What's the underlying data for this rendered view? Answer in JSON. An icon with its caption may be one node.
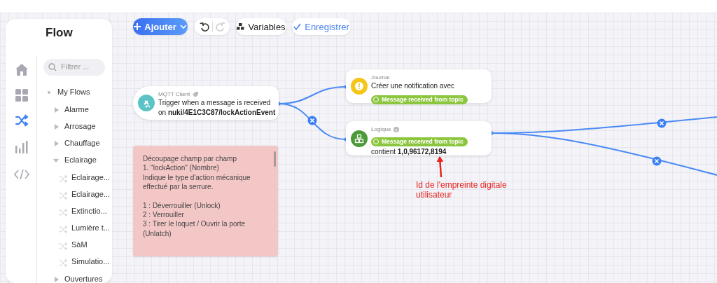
{
  "diagram": {
    "nodes": [
      {
        "text": [
          "MQTT Client",
          "Trigger when a message is received on **nuki/4E1C3C87/lockActionEvent**"
        ]
      },
      {
        "text": [
          "Journal",
          "Créer une notification avec",
          "Message received from topic"
        ]
      },
      {
        "text": [
          "Logique",
          "Message received from topic",
          "contient **1,0,96172,8194**"
        ]
      },
      {
        "text": [
          "Découpage champ par champ",
          "1. \"lockAction\" (Nombre)",
          "Indique le type d'action mécanique effectué par la serrure.",
          "1 : Déverrouiller (Unlock)",
          "2 : Verrouiller",
          "3 : Tirer le loquet / Ouvrir la porte (Unlatch)"
        ]
      },
      {
        "text": [
          "Id de l'empreinte digitale utilisateur"
        ]
      }
    ],
    "edges": [
      {
        "from": 0,
        "to": 1,
        "arrow": "other"
      },
      {
        "from": 0,
        "to": 2,
        "arrow": "other"
      },
      {
        "from": 2,
        "to": null,
        "arrow": "other"
      },
      {
        "from": 2,
        "to": null,
        "arrow": "other"
      },
      {
        "from": 4,
        "to": 2,
        "arrow": "to",
        "color": "#e8231f"
      }
    ],
    "labels": [
      "Flow",
      "Ajouter",
      "Variables",
      "Enregistrer",
      "Filtrer ...",
      "My Flows",
      "Alarme",
      "Arrosage",
      "Chauffage",
      "Eclairage",
      "Eclairage...",
      "Eclairage...",
      "Extinctio...",
      "Lumière t...",
      "SàM",
      "Simulatio...",
      "Ouvertures"
    ]
  }
}
